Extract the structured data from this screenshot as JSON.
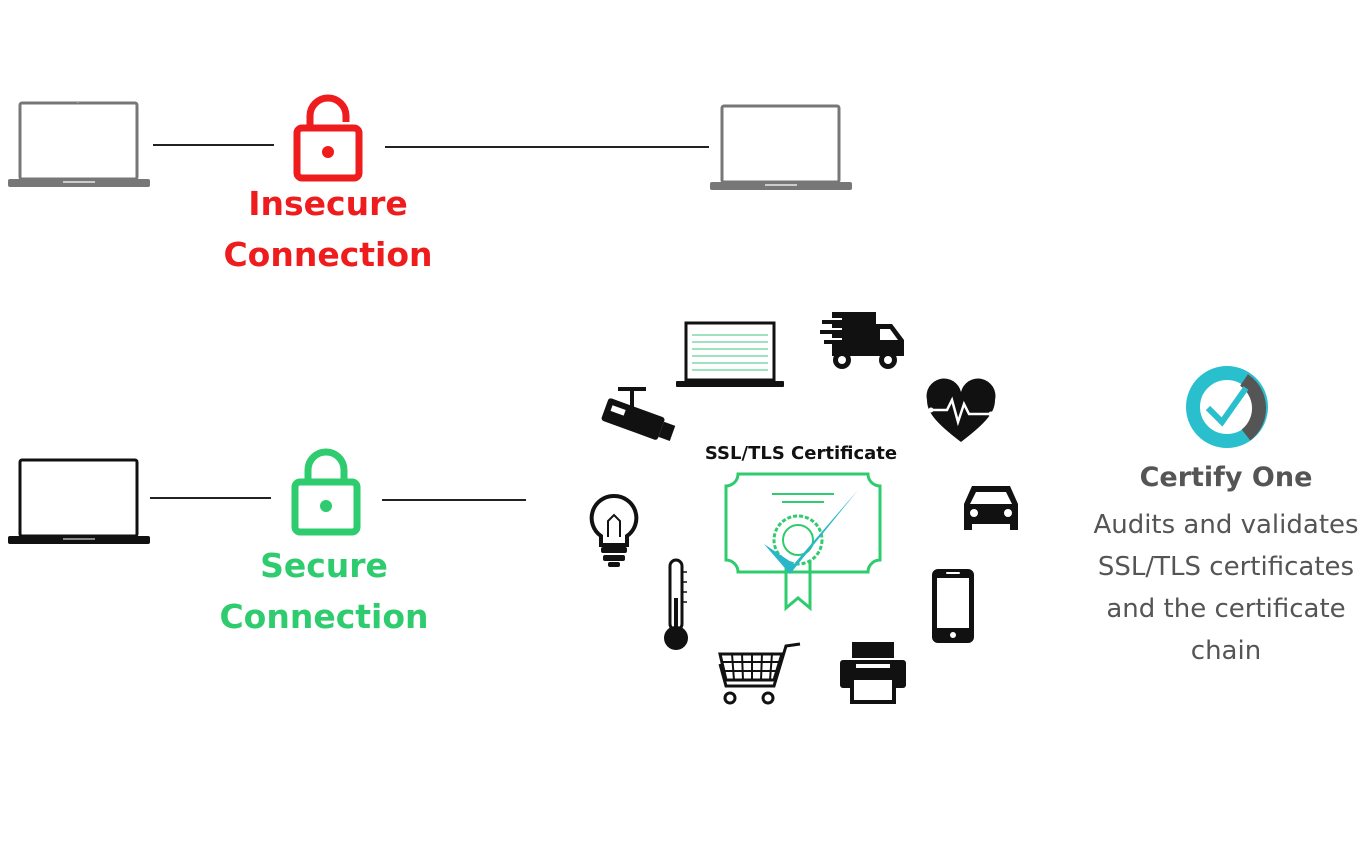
{
  "insecure": {
    "line1": "Insecure",
    "line2": "Connection",
    "color": "#ee1c1c"
  },
  "secure": {
    "line1": "Secure",
    "line2": "Connection",
    "color": "#2ecc6e"
  },
  "certificate": {
    "title": "SSL/TLS Certificate",
    "frame_color": "#2ecc6e",
    "check_color": "#29b6c9"
  },
  "brand": {
    "name": "Certify One",
    "description": "Audits and validates SSL/TLS certificates and the certificate chain",
    "accent_color": "#29bfcd"
  },
  "device_icons": [
    "laptop-icon",
    "delivery-truck-icon",
    "heart-rate-icon",
    "car-icon",
    "smartphone-icon",
    "printer-icon",
    "shopping-cart-icon",
    "thermometer-icon",
    "light-bulb-icon",
    "security-camera-icon"
  ]
}
